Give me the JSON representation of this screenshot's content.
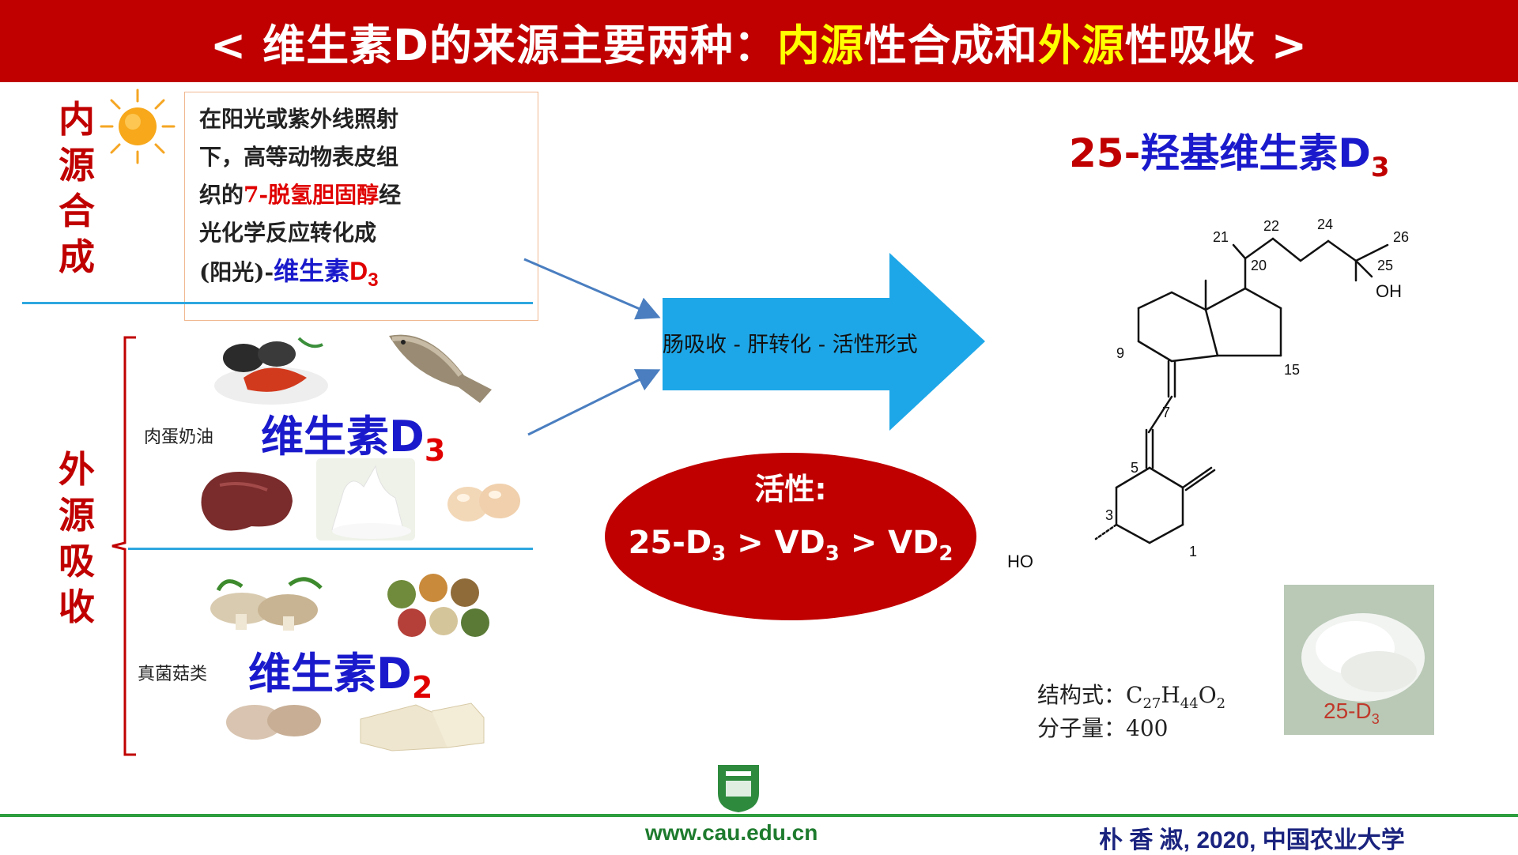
{
  "title": {
    "prefix": "< 维生素D的来源主要两种：",
    "hl1": "内源",
    "mid1": "性合成和",
    "hl2": "外源",
    "mid2": "性吸收 >"
  },
  "endogenous": {
    "label": "内源合成",
    "lines": [
      "在阳光或紫外线照射",
      "下，高等动物表皮组",
      "织的"
    ],
    "line3_highlight": "7-脱氢胆固醇",
    "line3_rest": "经",
    "line4": "光化学反应转化成",
    "line5_prefix": "(阳光)-",
    "line5_vd": "维生素",
    "line5_d": "D",
    "line5_sub": "3"
  },
  "exogenous": {
    "label": "外源吸收",
    "animal_caption": "肉蛋奶油",
    "animal_vd": "维生素D",
    "animal_sub": "3",
    "fungi_caption": "真菌菇类",
    "fungi_vd": "维生素D",
    "fungi_sub": "2"
  },
  "arrow_text": "肠吸收 - 肝转化 - 活性形式",
  "activity": {
    "label": "活性:",
    "a": "25-D",
    "a_sub": "3",
    "gt1": " > VD",
    "b_sub": "3",
    "gt2": " > VD",
    "c_sub": "2"
  },
  "chem": {
    "title_num": "25-",
    "title_text": "羟基维生素D",
    "title_sub": "3",
    "formula_label": "结构式：",
    "formula_c": "C",
    "formula_c_sub": "27",
    "formula_h": "H",
    "formula_h_sub": "44",
    "formula_o": "O",
    "formula_o_sub": "2",
    "mw_label": "分子量：",
    "mw_value": "400",
    "powder_label": "25-D",
    "powder_sub": "3",
    "atom_labels": {
      "n21": "21",
      "n22": "22",
      "n24": "24",
      "n26": "26",
      "n25": "25",
      "n20": "20",
      "oh": "OH",
      "n9": "9",
      "n15": "15",
      "n7": "7",
      "n5": "5",
      "n3": "3",
      "n1": "1",
      "ho": "HO"
    }
  },
  "footer": {
    "url": "www.cau.edu.cn",
    "credit": "朴 香 淑, 2020, 中国农业大学"
  },
  "colors": {
    "title_bg": "#c00000",
    "highlight": "#ffff00",
    "arrow": "#1ea7e8",
    "ellipse": "#c00000",
    "divider": "#2ea7e0",
    "footer_line": "#2e9e3e"
  }
}
